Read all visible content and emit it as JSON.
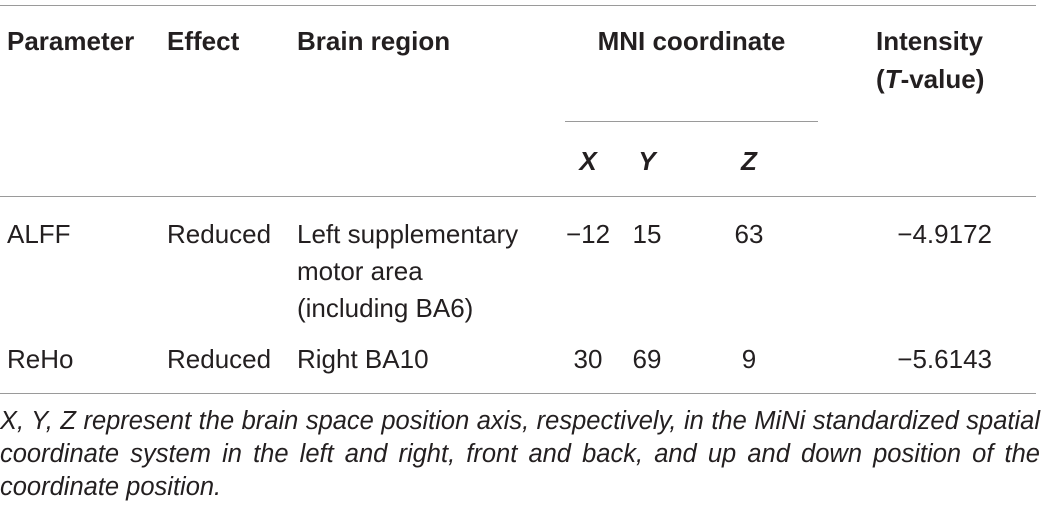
{
  "table": {
    "headers": {
      "parameter": "Parameter",
      "effect": "Effect",
      "brain_region": "Brain region",
      "mni": "MNI coordinate",
      "intensity_line1": "Intensity",
      "intensity_open": "(",
      "intensity_t": "T",
      "intensity_close": "-value)",
      "x": "X",
      "y": "Y",
      "z": "Z"
    },
    "rows": [
      {
        "parameter": "ALFF",
        "effect": "Reduced",
        "brain_region_lines": [
          "Left supplementary",
          "motor area",
          "(including BA6)"
        ],
        "x": "−12",
        "y": "15",
        "z": "63",
        "intensity": "−4.9172"
      },
      {
        "parameter": "ReHo",
        "effect": "Reduced",
        "brain_region_lines": [
          "Right BA10"
        ],
        "x": "30",
        "y": "69",
        "z": "9",
        "intensity": "−5.6143"
      }
    ],
    "footnote": "X, Y, Z represent the brain space position axis, respectively, in the MiNi standardized spatial coordinate system in the left and right, front and back, and up and down position of the coordinate position."
  }
}
